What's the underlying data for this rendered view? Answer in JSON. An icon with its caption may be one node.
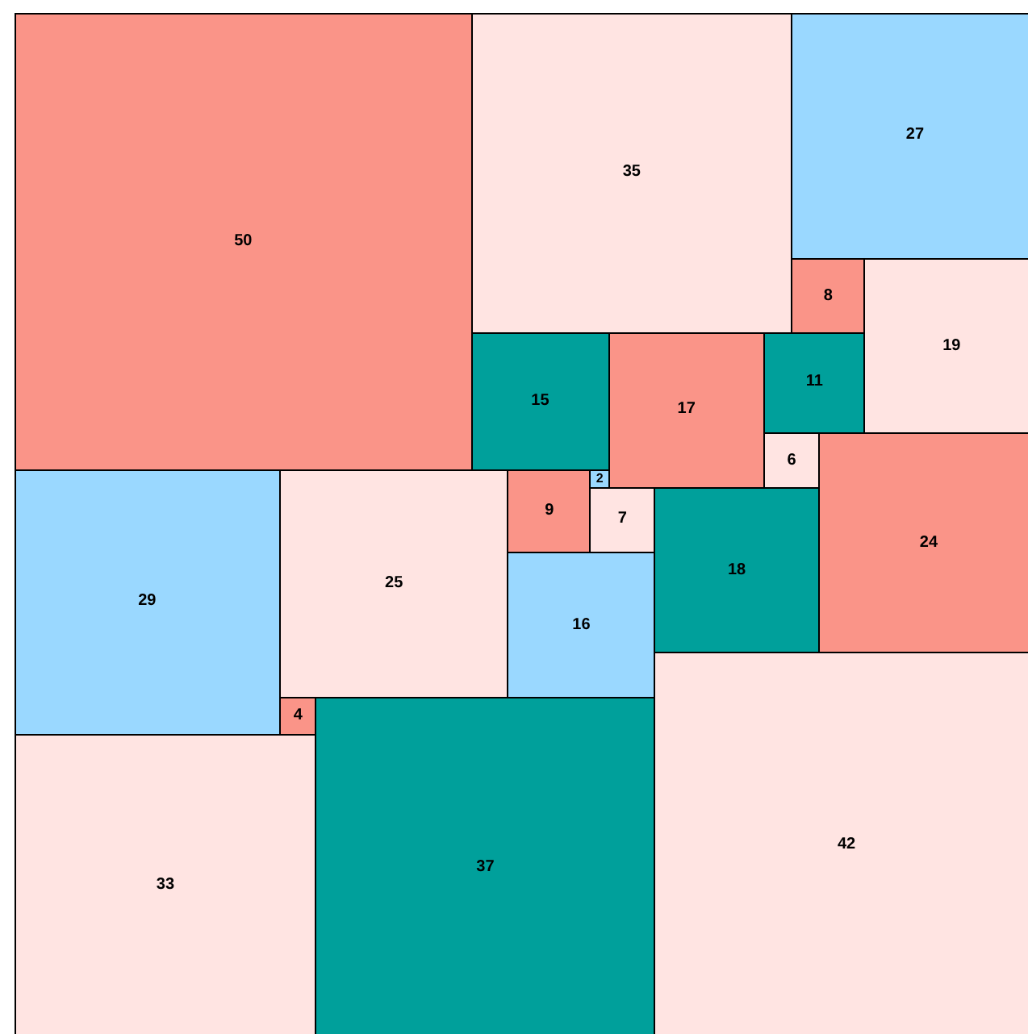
{
  "diagram": {
    "nodes": [
      {
        "text": [
          "50"
        ]
      },
      {
        "text": [
          "35"
        ]
      },
      {
        "text": [
          "27"
        ]
      },
      {
        "text": [
          "8"
        ]
      },
      {
        "text": [
          "19"
        ]
      },
      {
        "text": [
          "15"
        ]
      },
      {
        "text": [
          "17"
        ]
      },
      {
        "text": [
          "11"
        ]
      },
      {
        "text": [
          "6"
        ]
      },
      {
        "text": [
          "24"
        ]
      },
      {
        "text": [
          "29"
        ]
      },
      {
        "text": [
          "25"
        ]
      },
      {
        "text": [
          "9"
        ]
      },
      {
        "text": [
          "2"
        ]
      },
      {
        "text": [
          "7"
        ]
      },
      {
        "text": [
          "18"
        ]
      },
      {
        "text": [
          "16"
        ]
      },
      {
        "text": [
          "42"
        ]
      },
      {
        "text": [
          "4"
        ]
      },
      {
        "text": [
          "37"
        ]
      },
      {
        "text": [
          "33"
        ]
      }
    ]
  }
}
